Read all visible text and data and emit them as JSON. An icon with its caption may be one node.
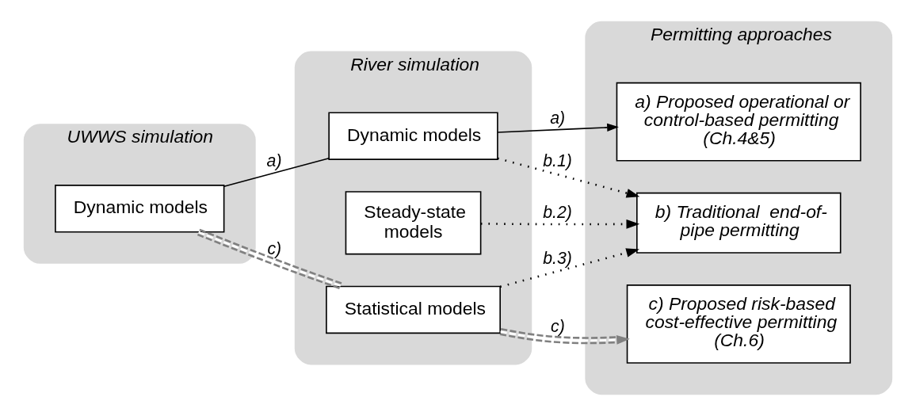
{
  "diagram": {
    "nodes": [
      {
        "text": [
          "UWWS simulation"
        ]
      },
      {
        "text": [
          "Dynamic models"
        ],
        "in": 0
      },
      {
        "text": [
          "River simulation"
        ]
      },
      {
        "text": [
          "Dynamic models"
        ],
        "in": 2
      },
      {
        "text": [
          "Steady-state models"
        ],
        "in": 2
      },
      {
        "text": [
          "Statistical models"
        ],
        "in": 2
      },
      {
        "text": [
          "Permitting approaches"
        ]
      },
      {
        "text": [
          "a) Proposed operational or control-based permitting (Ch.4&5)"
        ],
        "in": 6
      },
      {
        "text": [
          "b) Traditional  end-of-pipe permitting"
        ],
        "in": 6
      },
      {
        "text": [
          "c) Proposed risk-based cost-effective permitting (Ch.6)"
        ],
        "in": 6
      }
    ],
    "edges": [
      {
        "from": 1,
        "to": 3,
        "arrow": "none",
        "label": "a)"
      },
      {
        "from": 3,
        "to": 7,
        "arrow": "to",
        "label": "a)"
      },
      {
        "from": 3,
        "to": 8,
        "arrow": "to",
        "label": "b.1)",
        "style": "dashed"
      },
      {
        "from": 4,
        "to": 8,
        "arrow": "to",
        "label": "b.2)",
        "style": "dashed"
      },
      {
        "from": 5,
        "to": 8,
        "arrow": "to",
        "label": "b.3)",
        "style": "dashed"
      },
      {
        "from": 1,
        "to": 5,
        "arrow": "none",
        "label": "c)",
        "style": "dashed",
        "color": "#808080"
      },
      {
        "from": 5,
        "to": 9,
        "arrow": "to",
        "label": "c)",
        "style": "dashed",
        "color": "#808080"
      }
    ]
  }
}
